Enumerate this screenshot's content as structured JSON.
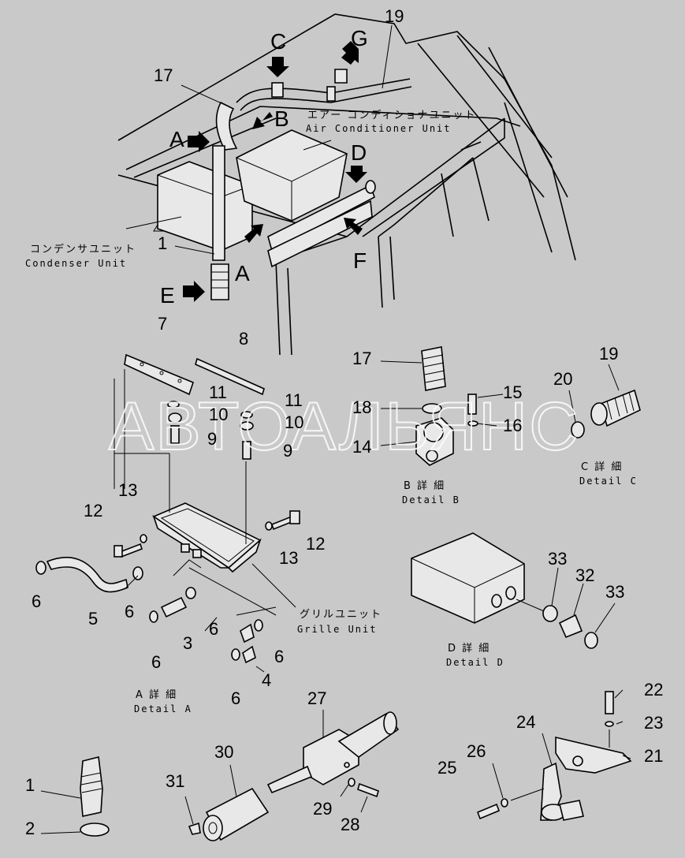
{
  "watermark": "АВТОАЛЬЯНС",
  "callouts": {
    "n1": "1",
    "n1b": "1",
    "n2": "2",
    "n3": "3",
    "n4": "4",
    "n5": "5",
    "n6a": "6",
    "n6b": "6",
    "n6c": "6",
    "n6d": "6",
    "n6e": "6",
    "n6f": "6",
    "n7": "7",
    "n8": "8",
    "n9a": "9",
    "n9b": "9",
    "n10a": "10",
    "n10b": "10",
    "n11a": "11",
    "n11b": "11",
    "n12a": "12",
    "n12b": "12",
    "n13a": "13",
    "n13b": "13",
    "n14": "14",
    "n15": "15",
    "n16": "16",
    "n17a": "17",
    "n17b": "17",
    "n18": "18",
    "n19a": "19",
    "n19b": "19",
    "n20": "20",
    "n21": "21",
    "n22": "22",
    "n23": "23",
    "n24": "24",
    "n25": "25",
    "n26": "26",
    "n27": "27",
    "n28": "28",
    "n29": "29",
    "n30": "30",
    "n31": "31",
    "n32": "32",
    "n33a": "33",
    "n33b": "33"
  },
  "view_letters": {
    "a1": "A",
    "a2": "A",
    "b": "B",
    "c": "C",
    "d": "D",
    "e": "E",
    "f": "F",
    "g": "G"
  },
  "labels": {
    "ac_jp": "エアー コンディショナユニット",
    "ac_en": "Air Conditioner Unit",
    "cond_jp": "コンデンサユニット",
    "cond_en": "Condenser Unit",
    "grille_jp": "グリルユニット",
    "grille_en": "Grille Unit",
    "detail_a_jp": "A 詳 細",
    "detail_a_en": "Detail A",
    "detail_b_jp": "B 詳 細",
    "detail_b_en": "Detail B",
    "detail_c_jp": "C 詳 細",
    "detail_c_en": "Detail C",
    "detail_d_jp": "D 詳 細",
    "detail_d_en": "Detail D"
  }
}
